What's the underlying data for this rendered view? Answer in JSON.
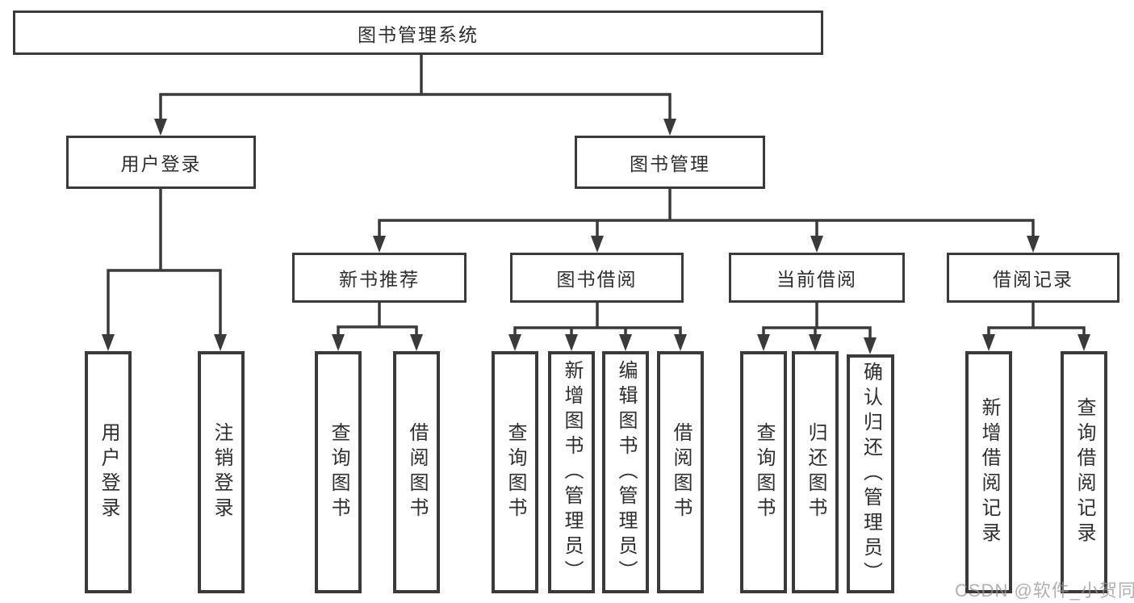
{
  "tree": {
    "label": "图书管理系统",
    "children": [
      {
        "label": "用户登录",
        "children": [
          {
            "label": "用户登录"
          },
          {
            "label": "注销登录"
          }
        ]
      },
      {
        "label": "图书管理",
        "children": [
          {
            "label": "新书推荐",
            "children": [
              {
                "label": "查询图书"
              },
              {
                "label": "借阅图书"
              }
            ]
          },
          {
            "label": "图书借阅",
            "children": [
              {
                "label": "查询图书"
              },
              {
                "label": "新增图书（管理员）"
              },
              {
                "label": "编辑图书（管理员）"
              },
              {
                "label": "借阅图书"
              }
            ]
          },
          {
            "label": "当前借阅",
            "children": [
              {
                "label": "查询图书"
              },
              {
                "label": "归还图书"
              },
              {
                "label": "确认归还（管理员）"
              }
            ]
          },
          {
            "label": "借阅记录",
            "children": [
              {
                "label": "新增借阅记录"
              },
              {
                "label": "查询借阅记录"
              }
            ]
          }
        ]
      }
    ]
  },
  "watermark": {
    "text": "CSDN @软件_小贺同学"
  },
  "colors": {
    "line": "#3a3a3a",
    "box_border": "#3a3a3a",
    "text": "#2e2e2e",
    "watermark": "#969696",
    "background": "#ffffff"
  }
}
